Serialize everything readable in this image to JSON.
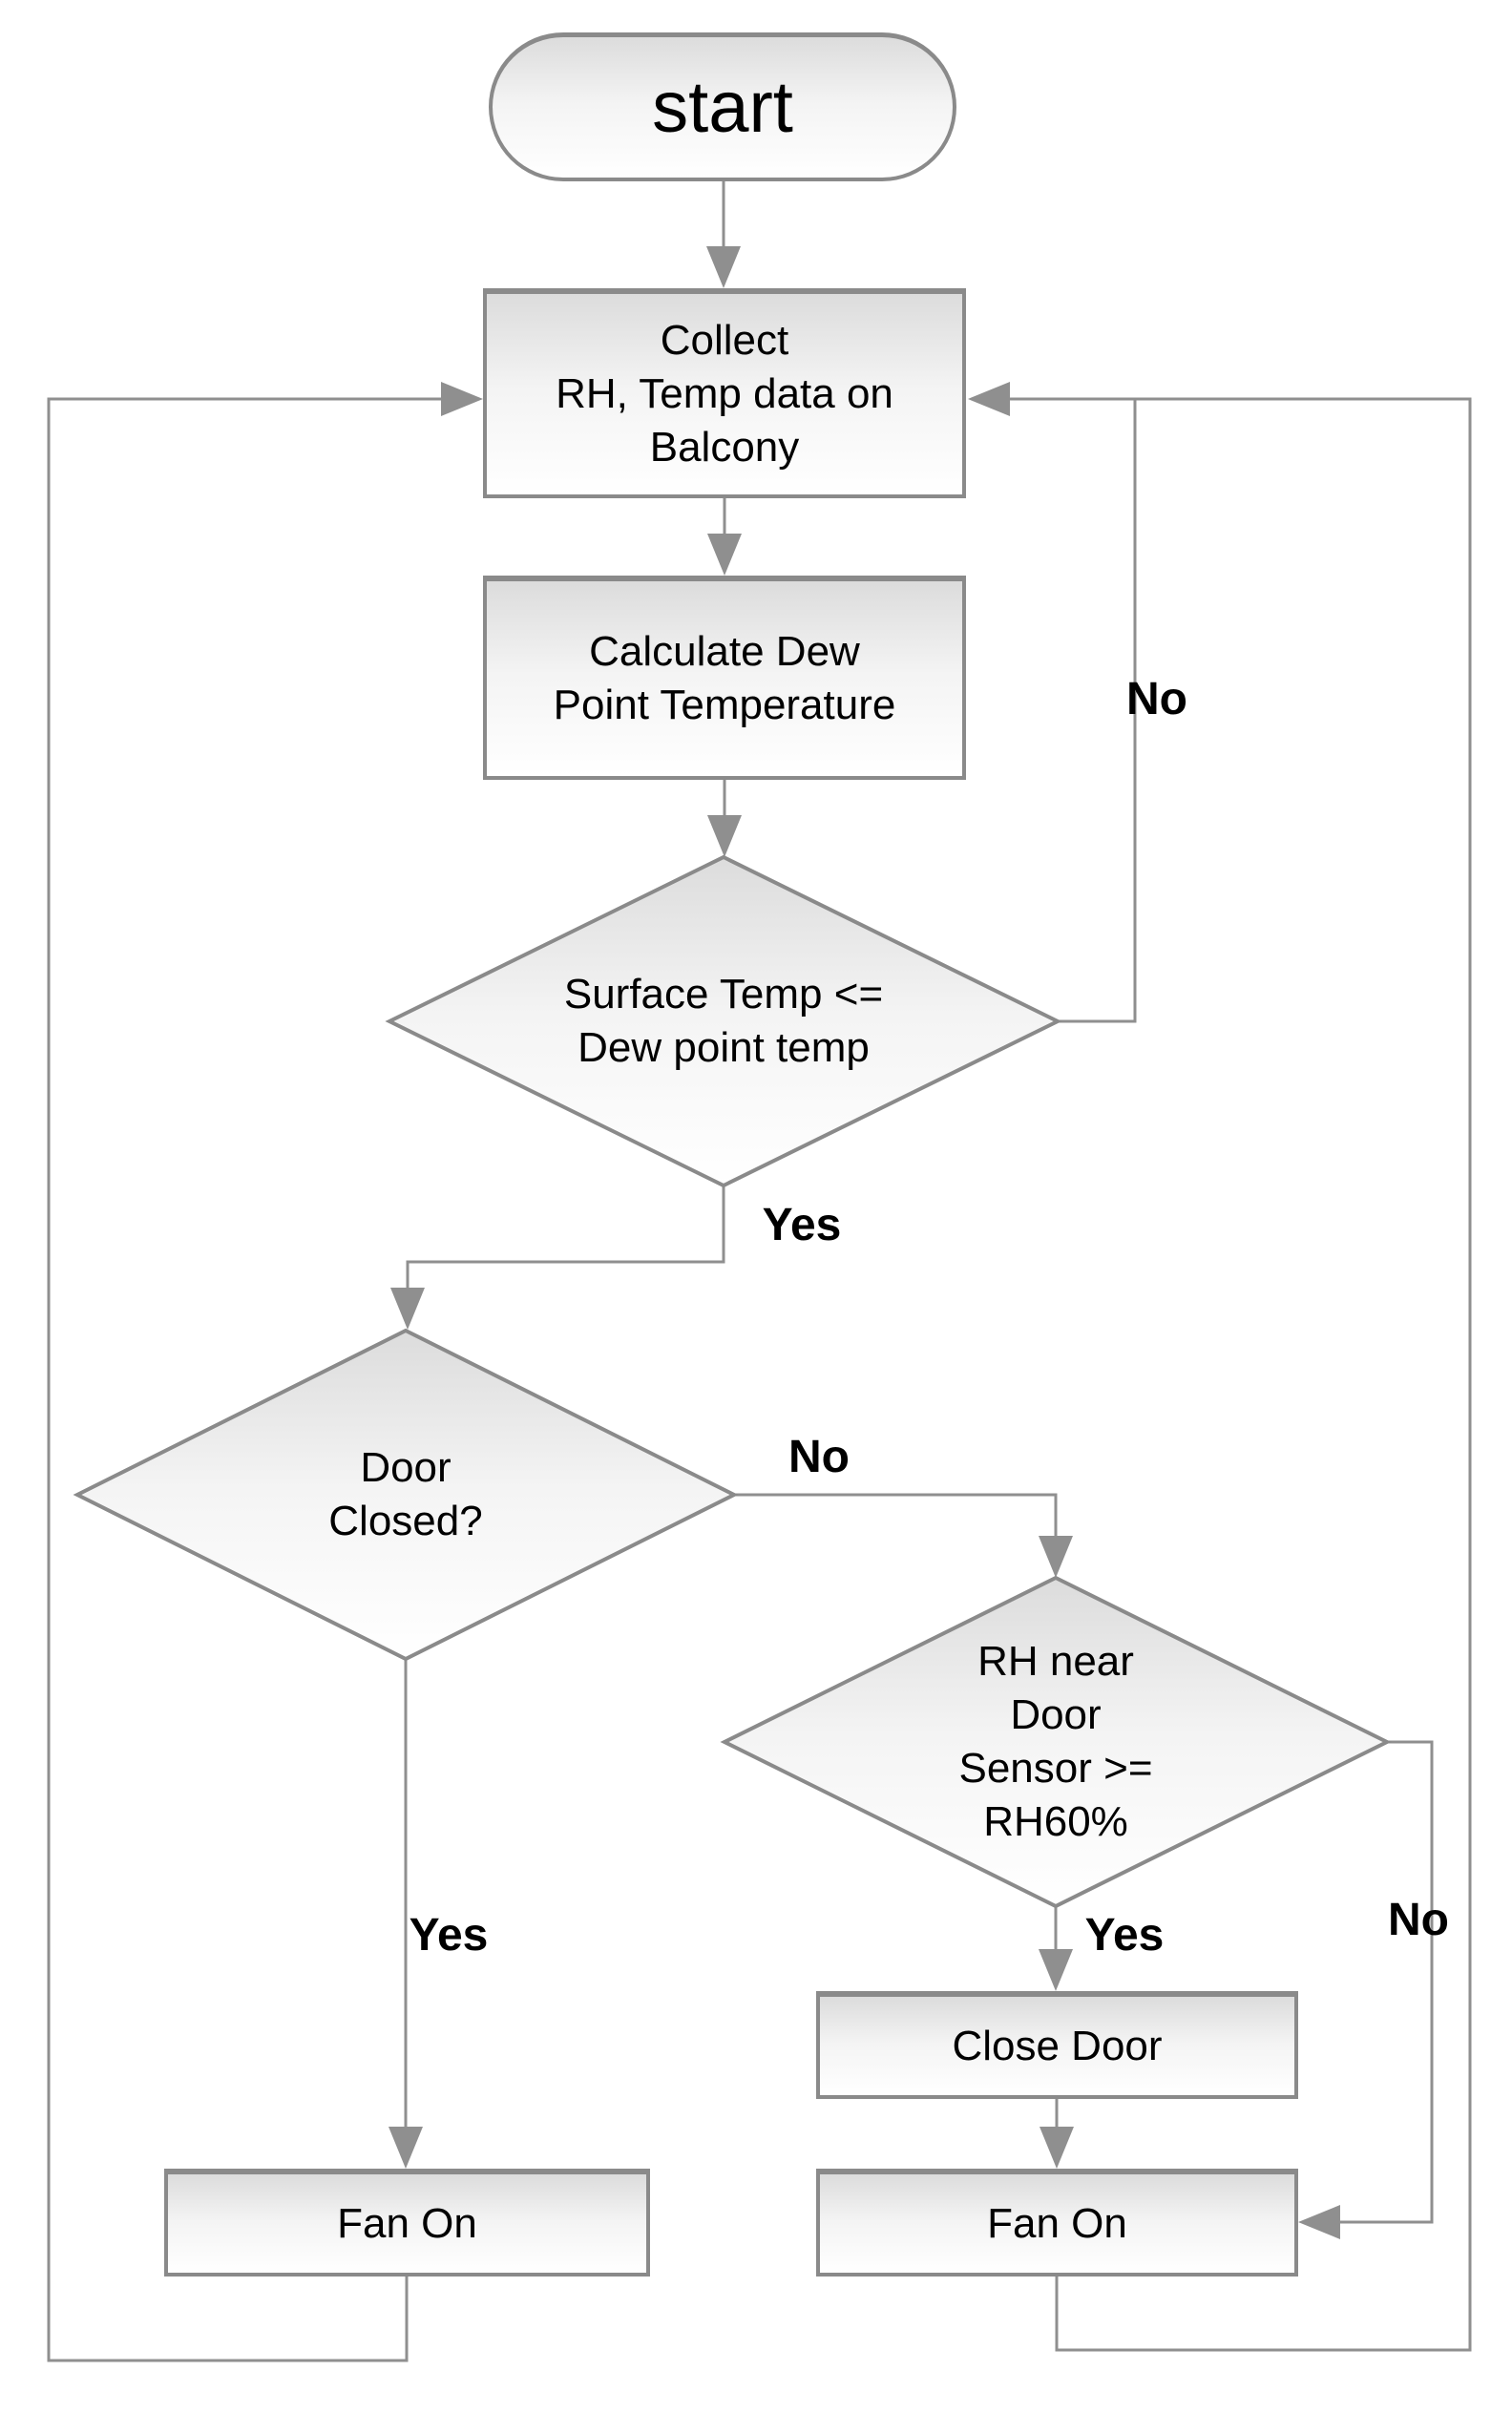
{
  "diagram": {
    "type": "flowchart",
    "nodes": {
      "start": {
        "label": "start",
        "shape": "terminator"
      },
      "collect": {
        "label": "Collect\nRH, Temp data on\nBalcony",
        "shape": "process"
      },
      "calculate": {
        "label": "Calculate Dew\nPoint Temperature",
        "shape": "process"
      },
      "surface_check": {
        "label": "Surface Temp <=\nDew point temp",
        "shape": "decision"
      },
      "door_check": {
        "label": "Door\nClosed?",
        "shape": "decision"
      },
      "rh_check": {
        "label": "RH near\nDoor\nSensor >=\nRH60%",
        "shape": "decision"
      },
      "close_door": {
        "label": "Close Door",
        "shape": "process"
      },
      "fan_on_left": {
        "label": "Fan On",
        "shape": "process"
      },
      "fan_on_right": {
        "label": "Fan On",
        "shape": "process"
      }
    },
    "edges": [
      {
        "from": "start",
        "to": "collect",
        "label": ""
      },
      {
        "from": "collect",
        "to": "calculate",
        "label": ""
      },
      {
        "from": "calculate",
        "to": "surface_check",
        "label": ""
      },
      {
        "from": "surface_check",
        "to": "collect",
        "label": "No"
      },
      {
        "from": "surface_check",
        "to": "door_check",
        "label": "Yes"
      },
      {
        "from": "door_check",
        "to": "rh_check",
        "label": "No"
      },
      {
        "from": "door_check",
        "to": "fan_on_left",
        "label": "Yes"
      },
      {
        "from": "rh_check",
        "to": "close_door",
        "label": "Yes"
      },
      {
        "from": "rh_check",
        "to": "fan_on_right",
        "label": "No"
      },
      {
        "from": "close_door",
        "to": "fan_on_right",
        "label": ""
      },
      {
        "from": "fan_on_left",
        "to": "collect",
        "label": ""
      },
      {
        "from": "fan_on_right",
        "to": "collect",
        "label": ""
      }
    ],
    "edge_labels": {
      "surface_no": "No",
      "surface_yes": "Yes",
      "door_no": "No",
      "door_yes": "Yes",
      "rh_yes": "Yes",
      "rh_no": "No"
    },
    "colors": {
      "line": "#8f8f8f",
      "border": "#8a8a8a",
      "fill_top": "#dcdcdc",
      "fill_mid": "#f4f4f4",
      "fill_bottom": "#ffffff",
      "text": "#000000",
      "background": "#ffffff"
    }
  }
}
